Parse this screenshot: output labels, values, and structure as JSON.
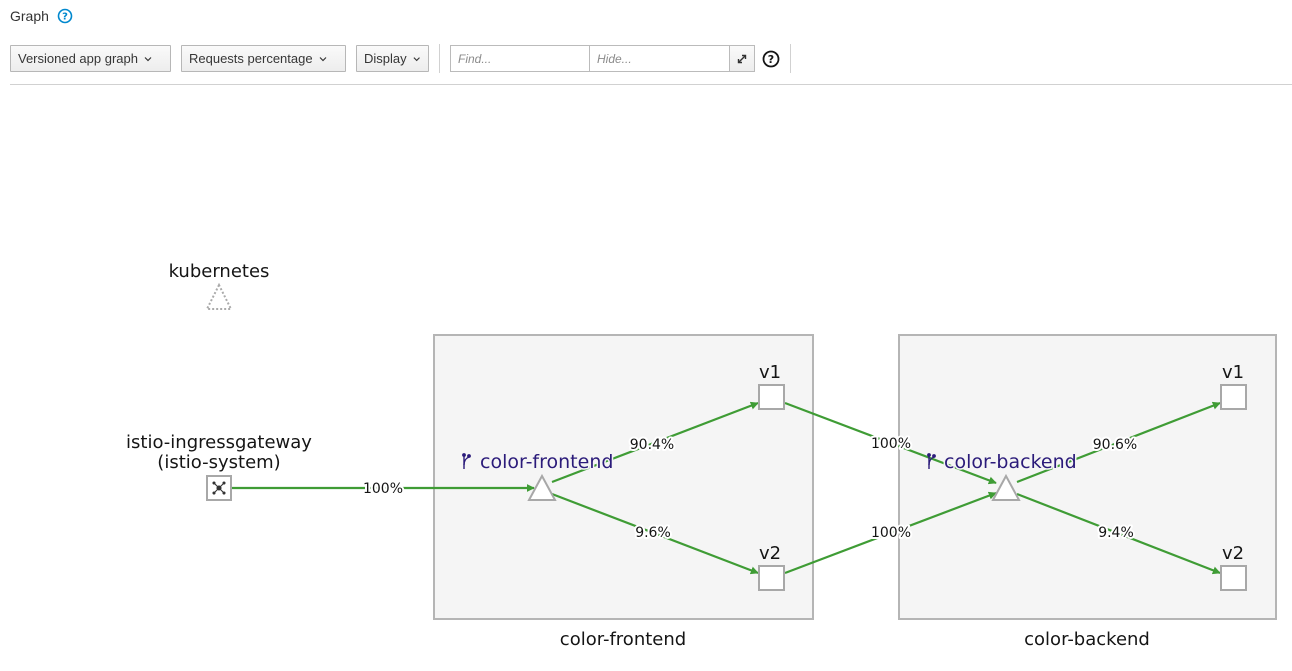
{
  "header": {
    "title": "Graph"
  },
  "toolbar": {
    "graph_type": "Versioned app graph",
    "edge_labels": "Requests percentage",
    "display": "Display",
    "find_placeholder": "Find...",
    "hide_placeholder": "Hide..."
  },
  "graph": {
    "kubernetes": {
      "label": "kubernetes"
    },
    "ingress": {
      "label_line1": "istio-ingressgateway",
      "label_line2": "(istio-system)"
    },
    "frontend_box": {
      "label": "color-frontend",
      "service_label": "color-frontend",
      "v1": "v1",
      "v2": "v2"
    },
    "backend_box": {
      "label": "color-backend",
      "service_label": "color-backend",
      "v1": "v1",
      "v2": "v2"
    },
    "edges": {
      "ingress_to_frontend": "100%",
      "frontend_to_v1": "90.4%",
      "frontend_to_v2": "9.6%",
      "fv1_to_backend": "100%",
      "fv2_to_backend": "100%",
      "backend_to_v1": "90.6%",
      "backend_to_v2": "9.4%"
    },
    "colors": {
      "edge": "#3f9c35",
      "service_label": "#2b1b7a",
      "box_fill": "#f5f5f5",
      "box_border": "#b5b5b5",
      "node_border": "#a8a8a8"
    }
  }
}
